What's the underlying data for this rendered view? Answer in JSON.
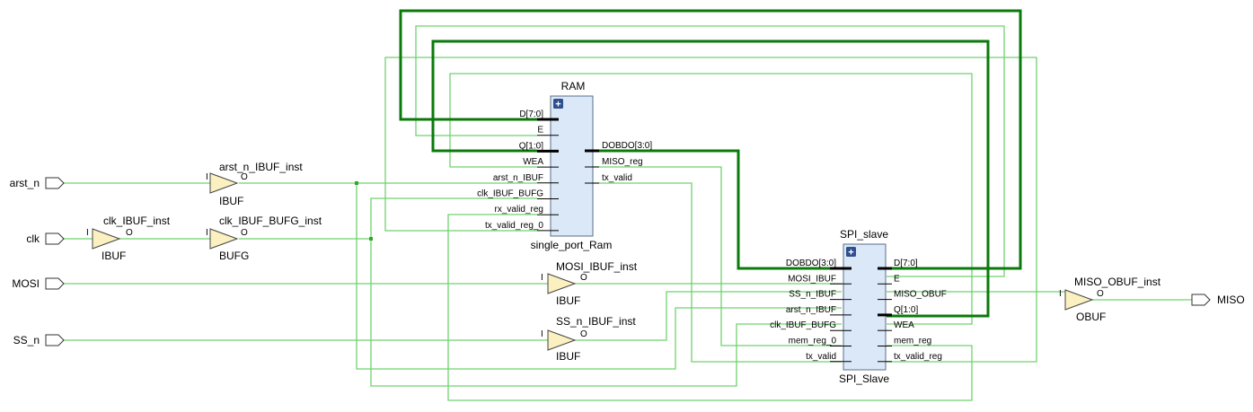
{
  "ports": {
    "arst_n": "arst_n",
    "clk": "clk",
    "mosi": "MOSI",
    "ss_n": "SS_n",
    "miso": "MISO"
  },
  "buffers": {
    "arst_n_ibuf": {
      "name": "arst_n_IBUF_inst",
      "type": "IBUF",
      "in": "I",
      "out": "O"
    },
    "clk_ibuf": {
      "name": "clk_IBUF_inst",
      "type": "IBUF",
      "in": "I",
      "out": "O"
    },
    "clk_bufg": {
      "name": "clk_IBUF_BUFG_inst",
      "type": "BUFG",
      "in": "I",
      "out": "O"
    },
    "mosi_ibuf": {
      "name": "MOSI_IBUF_inst",
      "type": "IBUF",
      "in": "I",
      "out": "O"
    },
    "ss_n_ibuf": {
      "name": "SS_n_IBUF_inst",
      "type": "IBUF",
      "in": "I",
      "out": "O"
    },
    "miso_obuf": {
      "name": "MISO_OBUF_inst",
      "type": "OBUF",
      "in": "I",
      "out": "O"
    }
  },
  "ram": {
    "title": "RAM",
    "type": "single_port_Ram",
    "expand": "+",
    "inputs": [
      "D[7:0]",
      "E",
      "Q[1:0]",
      "WEA",
      "arst_n_IBUF",
      "clk_IBUF_BUFG",
      "rx_valid_reg",
      "tx_valid_reg_0"
    ],
    "outputs": [
      "DOBDO[3:0]",
      "MISO_reg",
      "tx_valid"
    ]
  },
  "spi": {
    "title": "SPI_slave",
    "type": "SPI_Slave",
    "expand": "+",
    "inputs": [
      "DOBDO[3:0]",
      "MOSI_IBUF",
      "SS_n_IBUF",
      "arst_n_IBUF",
      "clk_IBUF_BUFG",
      "mem_reg_0",
      "tx_valid"
    ],
    "outputs": [
      "D[7:0]",
      "E",
      "MISO_OBUF",
      "Q[1:0]",
      "WEA",
      "mem_reg",
      "tx_valid_reg"
    ]
  },
  "colors": {
    "wire": "#6fd26f",
    "bus": "#0b7a0b",
    "block_fill": "#dbe8f8",
    "buffer_fill": "#faf0c0",
    "expand_button": "#2f4f8f"
  }
}
